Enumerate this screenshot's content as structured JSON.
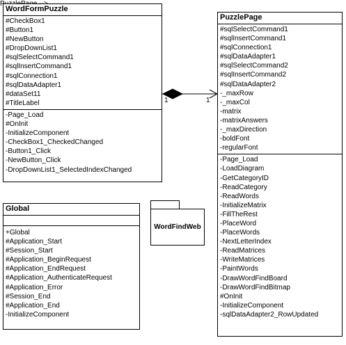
{
  "classes": {
    "word_form_puzzle": {
      "name": "WordFormPuzzle",
      "attributes": [
        "#CheckBox1",
        "#Button1",
        "#NewButton",
        "#DropDownList1",
        "#sqlSelectCommand1",
        "#sqlInsertCommand1",
        "#sqlConnection1",
        "#sqlDataAdapter1",
        "#dataSet11",
        "#TitleLabel"
      ],
      "operations": [
        "-Page_Load",
        "#OnInit",
        "-InitializeComponent",
        "-CheckBox1_CheckedChanged",
        "-Button1_Click",
        "-NewButton_Click",
        "-DropDownList1_SelectedIndexChanged"
      ]
    },
    "puzzle_page": {
      "name": "PuzzlePage",
      "attributes": [
        "#sqlSelectCommand1",
        "#sqlInsertCommand1",
        "#sqlConnection1",
        "#sqlDataAdapter1",
        "#sqlSelectCommand2",
        "#sqlInsertCommand2",
        "#sqlDataAdapter2",
        "-_maxRow",
        "-_maxCol",
        "-matrix",
        "-matrixAnswers",
        "-_maxDirection",
        "-boldFont",
        "-regularFont"
      ],
      "operations": [
        "-Page_Load",
        "-LoadDiagram",
        "-GetCategoryID",
        "-ReadCategory",
        "-ReadWords",
        "-InitializeMatrix",
        "-FillTheRest",
        "-PlaceWord",
        "-PlaceWords",
        "-NextLetterIndex",
        "-ReadMatrices",
        "-WriteMatrices",
        "-PaintWords",
        "-DrawWordFindBoard",
        "-DrawWordFindBitmap",
        "#OnInit",
        "-InitializeComponent",
        "-sqlDataAdapter2_RowUpdated"
      ]
    },
    "global": {
      "name": "Global",
      "attributes": [],
      "operations": [
        "+Global",
        "#Application_Start",
        "#Session_Start",
        "#Application_BeginRequest",
        "#Application_EndRequest",
        "#Application_AuthenticateRequest",
        "#Application_Error",
        "#Session_End",
        "#Application_End",
        "-InitializeComponent"
      ]
    }
  },
  "package": {
    "name": "WordFindWeb"
  },
  "association": {
    "source_multiplicity": "1",
    "target_multiplicity": "1"
  }
}
